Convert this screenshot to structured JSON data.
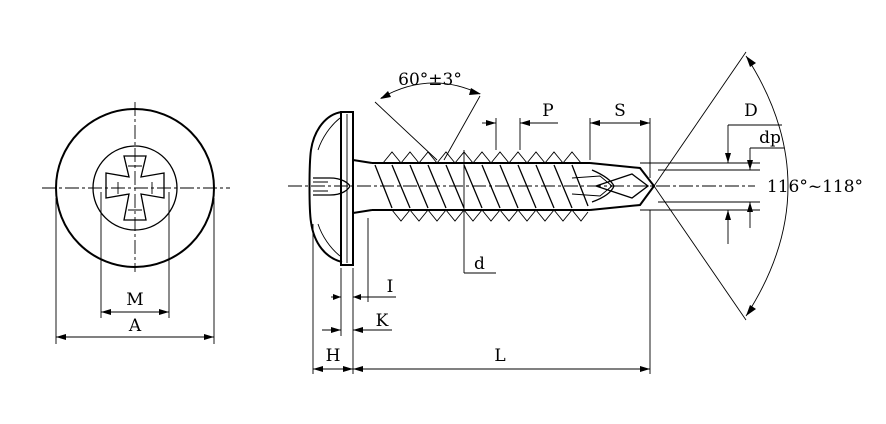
{
  "labels": {
    "M": "M",
    "A": "A",
    "angle_thread": "60°±3°",
    "P": "P",
    "S": "S",
    "D": "D",
    "dp": "dp",
    "angle_point": "116°~118°",
    "d": "d",
    "I": "I",
    "K": "K",
    "H": "H",
    "L": "L"
  },
  "colors": {
    "ink": "#000000",
    "background": "#ffffff"
  }
}
